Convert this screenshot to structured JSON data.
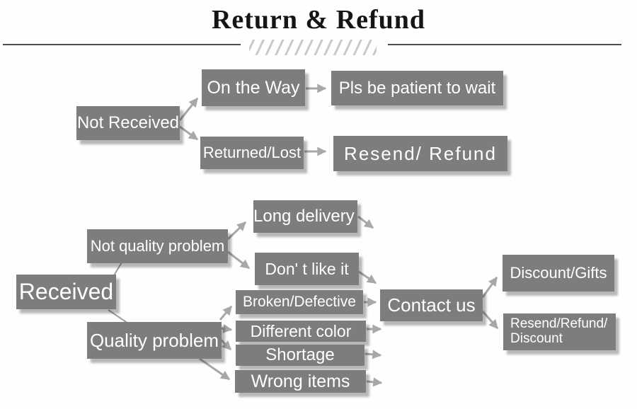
{
  "title": "Return & Refund",
  "nodes": {
    "not_received": {
      "label": "Not Received"
    },
    "on_the_way": {
      "label": "On the Way"
    },
    "pls_patient": {
      "label": "Pls be patient to wait"
    },
    "returned_lost": {
      "label": "Returned/Lost"
    },
    "resend_refund": {
      "label": "Resend/ Refund"
    },
    "received": {
      "label": "Received"
    },
    "not_quality": {
      "label": "Not quality problem"
    },
    "quality": {
      "label": "Quality problem"
    },
    "long_delivery": {
      "label": "Long delivery"
    },
    "dont_like": {
      "label": "Don' t like it"
    },
    "broken": {
      "label": "Broken/Defective"
    },
    "different": {
      "label": "Different color"
    },
    "shortage": {
      "label": "Shortage"
    },
    "wrong": {
      "label": "Wrong items"
    },
    "contact_us": {
      "label": "Contact us"
    },
    "discount_gifts": {
      "label": "Discount/Gifts"
    },
    "resend_discount": {
      "label": "Resend/Refund/\nDiscount"
    }
  },
  "edges": [
    {
      "from": "not_received",
      "to": "on_the_way",
      "style": "arrow"
    },
    {
      "from": "not_received",
      "to": "returned_lost",
      "style": "arrow"
    },
    {
      "from": "on_the_way",
      "to": "pls_patient",
      "style": "arrow"
    },
    {
      "from": "returned_lost",
      "to": "resend_refund",
      "style": "arrow"
    },
    {
      "from": "received",
      "to": "not_quality",
      "style": "line"
    },
    {
      "from": "received",
      "to": "quality",
      "style": "line"
    },
    {
      "from": "not_quality",
      "to": "long_delivery",
      "style": "arrow"
    },
    {
      "from": "not_quality",
      "to": "dont_like",
      "style": "arrow"
    },
    {
      "from": "long_delivery",
      "to": "contact_us",
      "style": "arrow"
    },
    {
      "from": "dont_like",
      "to": "contact_us",
      "style": "arrow"
    },
    {
      "from": "quality",
      "to": "broken",
      "style": "arrow"
    },
    {
      "from": "quality",
      "to": "different",
      "style": "arrow"
    },
    {
      "from": "quality",
      "to": "shortage",
      "style": "arrow"
    },
    {
      "from": "quality",
      "to": "wrong",
      "style": "arrow"
    },
    {
      "from": "broken",
      "to": "contact_us",
      "style": "arrow"
    },
    {
      "from": "different",
      "to": "contact_us",
      "style": "arrow"
    },
    {
      "from": "shortage",
      "to": "contact_us",
      "style": "arrow"
    },
    {
      "from": "wrong",
      "to": "contact_us",
      "style": "arrow"
    },
    {
      "from": "contact_us",
      "to": "discount_gifts",
      "style": "arrow"
    },
    {
      "from": "contact_us",
      "to": "resend_discount",
      "style": "arrow"
    }
  ],
  "colors": {
    "box": "#7d7d7d",
    "box_text": "#ffffff",
    "arrow": "#a8a8a8",
    "title_text": "#151515",
    "rule": "#4d4d4d",
    "hatch": "#c9c9c9"
  }
}
